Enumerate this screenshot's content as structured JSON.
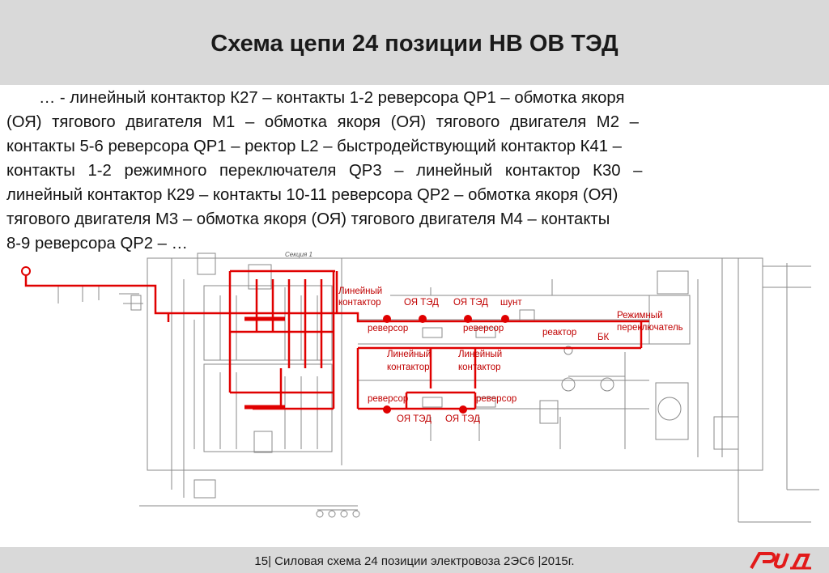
{
  "slide": {
    "title": "Схема цепи 24 позиции НВ ОВ ТЭД",
    "body_lines": [
      "… - линейный контактор К27 – контакты 1-2 реверсора QP1 – обмотка якоря",
      "(ОЯ) тягового двигателя М1 – обмотка якоря (ОЯ) тягового двигателя М2 –",
      "контакты 5-6 реверсора QP1 – ректор L2 – быстродействующий контактор К41 –",
      "контакты 1-2 режимного переключателя QP3 – линейный контактор К30 –",
      "линейный контактор К29 – контакты 10-11 реверсора QP2 – обмотка якоря (ОЯ)",
      "тягового двигателя М3 – обмотка якоря (ОЯ) тягового двигателя М4 – контакты",
      "8-9 реверсора QP2 – …"
    ],
    "footer": "15| Силовая схема 24 позиции электровоза 2ЭС6 |2015г.",
    "logo_text": "РЖД"
  },
  "diagram": {
    "section_label": "Секция 1",
    "labels": {
      "line_contactor_1a": "Линейный",
      "line_contactor_1b": "контактор",
      "oya_ted_1": "ОЯ ТЭД",
      "oya_ted_2": "ОЯ ТЭД",
      "shunt": "шунт",
      "reversor_1": "реверсор",
      "reversor_2": "реверсор",
      "reactor": "реактор",
      "bk": "БК",
      "mode_switch_a": "Режимный",
      "mode_switch_b": "переключатель",
      "line_contactor_2a": "Линейный",
      "line_contactor_2b": "контактор",
      "line_contactor_3a": "Линейный",
      "line_contactor_3b": "контактор",
      "reversor_3": "реверсор",
      "reversor_4": "реверсор",
      "oya_ted_3": "ОЯ ТЭД",
      "oya_ted_4": "ОЯ ТЭД"
    },
    "colors": {
      "circuit": "#e00000",
      "wiring": "#8a8a8a",
      "label": "#c00000",
      "logo": "#e21a1a"
    }
  }
}
